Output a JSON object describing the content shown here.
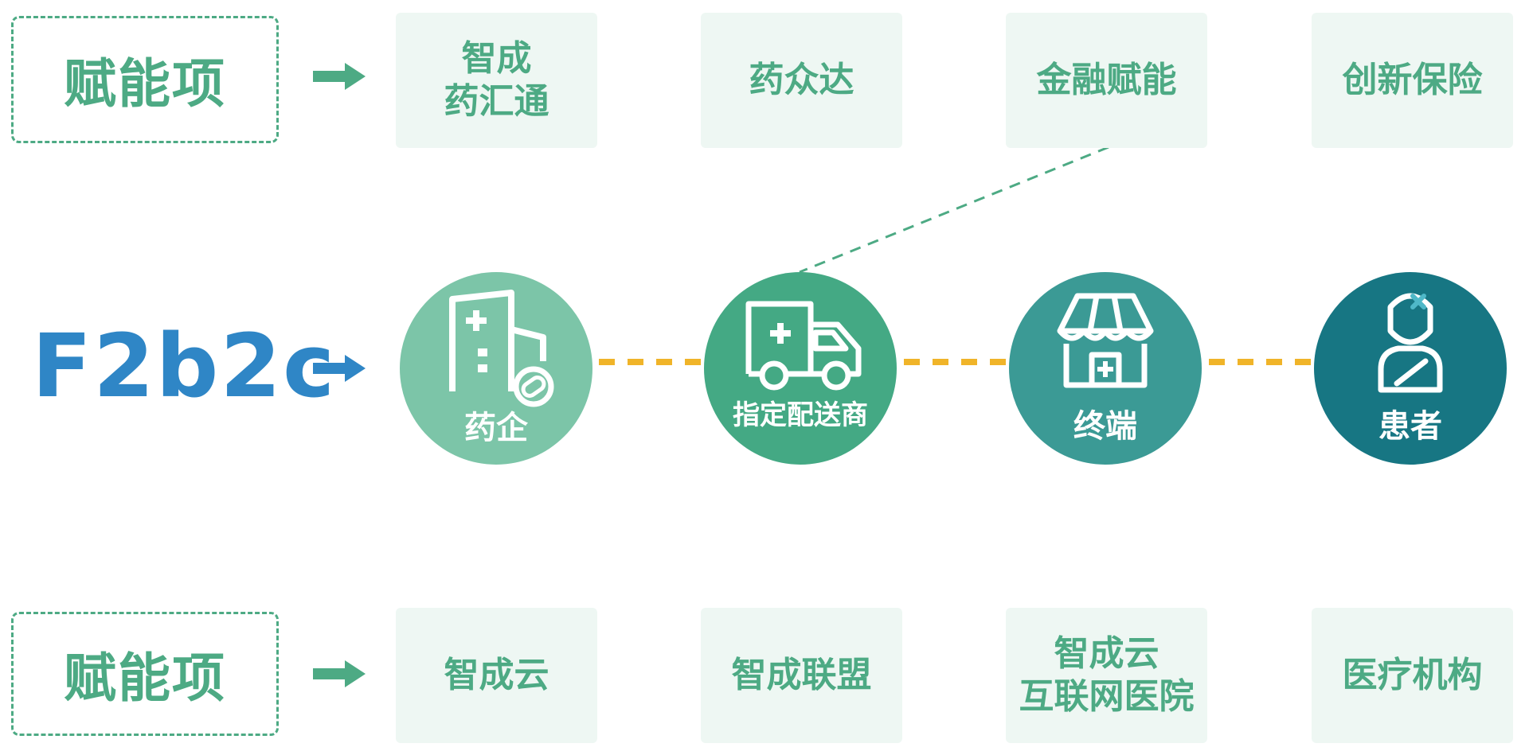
{
  "top_row": {
    "label": "赋能项",
    "cards": [
      {
        "lines": [
          "智成",
          "药汇通"
        ]
      },
      {
        "lines": [
          "药众达"
        ]
      },
      {
        "lines": [
          "金融赋能"
        ]
      },
      {
        "lines": [
          "创新保险"
        ]
      }
    ]
  },
  "middle_row": {
    "title": "F2b2c",
    "nodes": [
      {
        "label": "药企",
        "icon": "pharma-building-icon",
        "color": "#7cc5a8"
      },
      {
        "label": "指定配送商",
        "icon": "delivery-truck-icon",
        "color": "#44a984"
      },
      {
        "label": "终端",
        "icon": "storefront-icon",
        "color": "#3b9a95"
      },
      {
        "label": "患者",
        "icon": "patient-icon",
        "color": "#177683"
      }
    ]
  },
  "bottom_row": {
    "label": "赋能项",
    "cards": [
      {
        "lines": [
          "智成云"
        ]
      },
      {
        "lines": [
          "智成联盟"
        ]
      },
      {
        "lines": [
          "智成云",
          "互联网医院"
        ]
      },
      {
        "lines": [
          "医疗机构"
        ]
      }
    ]
  },
  "colors": {
    "accent_green": "#4daa84",
    "card_bg": "#eef7f3",
    "title_blue": "#2f86c6",
    "connector_yellow": "#f0b429"
  }
}
